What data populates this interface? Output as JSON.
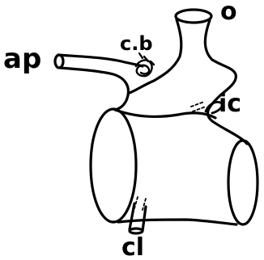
{
  "labels": {
    "o": "o",
    "ap": "ap",
    "cb": "c.b",
    "ic": "ic",
    "cl": "cl"
  },
  "colors": {
    "ink": "#000000",
    "paper": "#ffffff"
  }
}
